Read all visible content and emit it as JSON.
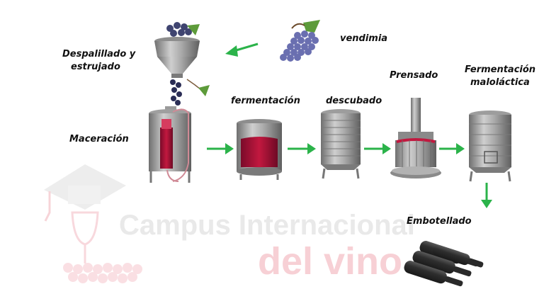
{
  "steps": {
    "vendimia": "vendimia",
    "despalillado": [
      "Despalillado y",
      "estrujado"
    ],
    "maceracion": "Maceración",
    "fermentacion": "fermentación",
    "descubado": "descubado",
    "prensado": "Prensado",
    "malolactica": [
      "Fermentación",
      "maloláctica"
    ],
    "embotellado": "Embotellado"
  },
  "watermark": {
    "line1": "Campus Internacional",
    "line2": "del vino"
  },
  "colors": {
    "arrow": "#2bb34a",
    "wine": "#a8123a",
    "steel": "#9a9a9a",
    "watermark_grey": "#e6e6e6",
    "watermark_pink": "#f6c9cf"
  }
}
